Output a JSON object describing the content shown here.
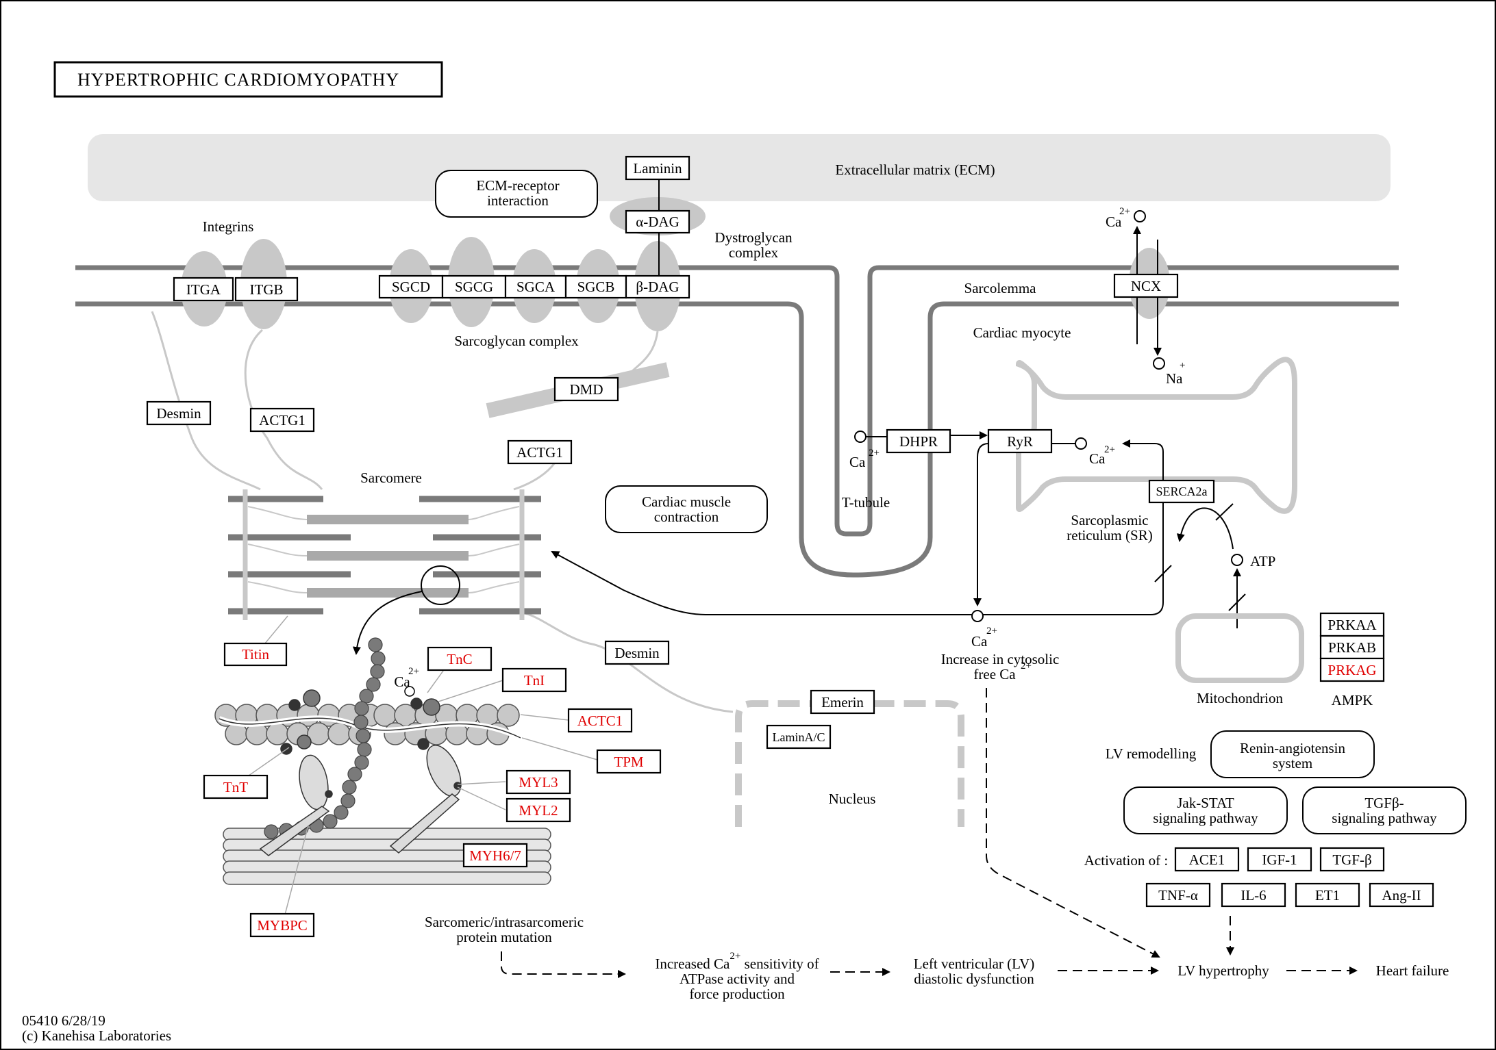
{
  "title": "HYPERTROPHIC CARDIOMYOPATHY",
  "regions": {
    "ecm": "Extracellular matrix (ECM)",
    "integrins": "Integrins",
    "dystroglycan_1": "Dystroglycan",
    "dystroglycan_2": "complex",
    "sarcoglycan": "Sarcoglycan complex",
    "sarcolemma": "Sarcolemma",
    "cardiac_myocyte": "Cardiac myocyte",
    "sarcomere": "Sarcomere",
    "t_tubule": "T-tubule",
    "sr_1": "Sarcoplasmic",
    "sr_2": "reticulum (SR)",
    "mitochondrion": "Mitochondrion",
    "ampk": "AMPK",
    "nucleus": "Nucleus",
    "increase_ca_1": "Increase in cytosolic",
    "increase_ca_2": "free Ca",
    "lv_remodelling": "LV remodelling",
    "activation_of": "Activation of :",
    "mutation_1": "Sarcomeric/intrasarcomeric",
    "mutation_2": "protein mutation",
    "sensitivity_1a": "Increased Ca",
    "sensitivity_1b": " sensitivity of",
    "sensitivity_2": "ATPase activity and",
    "sensitivity_3": "force production",
    "lv_dysfunction_1": "Left ventricular (LV)",
    "lv_dysfunction_2": "diastolic dysfunction",
    "lv_hypertrophy": "LV hypertrophy",
    "heart_failure": "Heart failure",
    "atp": "ATP",
    "ca": "Ca",
    "na": "Na",
    "sup_2plus": "2+",
    "sup_plus": "+"
  },
  "pathways": {
    "ecm_receptor_1": "ECM-receptor",
    "ecm_receptor_2": "interaction",
    "cardiac_contraction_1": "Cardiac muscle",
    "cardiac_contraction_2": "contraction",
    "renin_1": "Renin-angiotensin",
    "renin_2": "system",
    "jak_1": "Jak-STAT",
    "jak_2": "signaling pathway",
    "tgfb_1": "TGFβ-",
    "tgfb_2": "signaling pathway"
  },
  "genes": {
    "laminin": "Laminin",
    "a_dag": "α-DAG",
    "b_dag": "β-DAG",
    "itga": "ITGA",
    "itgb": "ITGB",
    "sgcd": "SGCD",
    "sgcg": "SGCG",
    "sgca": "SGCA",
    "sgcb": "SGCB",
    "dmd": "DMD",
    "desmin_1": "Desmin",
    "desmin_2": "Desmin",
    "actg1_1": "ACTG1",
    "actg1_2": "ACTG1",
    "dhpr": "DHPR",
    "ryr": "RyR",
    "ncx": "NCX",
    "serca2a": "SERCA2a",
    "prkaa": "PRKAA",
    "prkab": "PRKAB",
    "prkag": "PRKAG",
    "titin": "Titin",
    "tnc": "TnC",
    "tni": "TnI",
    "actc1": "ACTC1",
    "tpm": "TPM",
    "tnt": "TnT",
    "myl3": "MYL3",
    "myl2": "MYL2",
    "myh67": "MYH6/7",
    "mybpc": "MYBPC",
    "emerin": "Emerin",
    "lamin_ac": "LaminA/C",
    "ace1": "ACE1",
    "igf1": "IGF-1",
    "tgfb": "TGF-β",
    "tnfa": "TNF-α",
    "il6": "IL-6",
    "et1": "ET1",
    "ang2": "Ang-II"
  },
  "footer": {
    "id": "05410 6/28/19",
    "copyright": "(c) Kanehisa Laboratories"
  },
  "colors": {
    "highlight": "#e00000",
    "membrane": "#7a7a7a",
    "ecm_fill": "#e6e6e6",
    "protein_fill": "#c8c8c8"
  }
}
